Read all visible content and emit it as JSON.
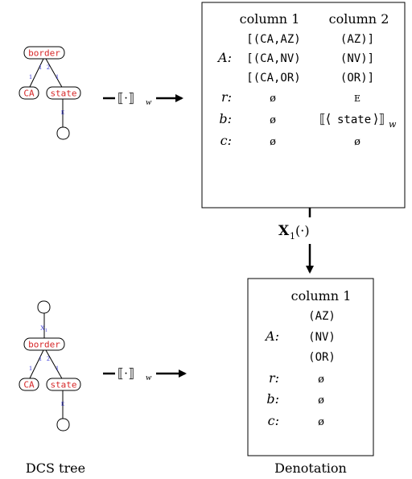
{
  "colors": {
    "node_label": "#d62728",
    "edge_label": "#3a3ad6",
    "ink": "#000000"
  },
  "trees": {
    "top": {
      "root": "border",
      "left_leaf": "CA",
      "right_child": "state",
      "edge_left_outer": "1",
      "edge_left_inner": "1",
      "edge_right_inner": "2",
      "edge_right_outer": "1",
      "edge_down": "E"
    },
    "bottom": {
      "top_edge": "X",
      "top_edge_sub": "1",
      "root": "border",
      "left_leaf": "CA",
      "right_child": "state",
      "edge_left_outer": "1",
      "edge_left_inner": "1",
      "edge_right_inner": "2",
      "edge_right_outer": "1",
      "edge_down": "E"
    }
  },
  "op_label": {
    "open": "⟦·⟧",
    "sub": "w"
  },
  "extract_op": {
    "bold": "X",
    "sub": "1",
    "arg": "(·)"
  },
  "top_table": {
    "col1": "column 1",
    "col2": "column 2",
    "A_label": "A:",
    "A_rows": [
      {
        "c1": "[(CA,AZ)",
        "c2": "(AZ)]"
      },
      {
        "c1": "[(CA,NV)",
        "c2": "(NV)]"
      },
      {
        "c1": "[(CA,OR)",
        "c2": "(OR)]"
      }
    ],
    "r_label": "r:",
    "r_c1": "ø",
    "r_c2": "E",
    "b_label": "b:",
    "b_c1": "ø",
    "b_c2_open": "⟦⟨",
    "b_c2_mono": "state",
    "b_c2_close": "⟩⟧",
    "b_c2_sub": "w",
    "c_label": "c:",
    "c_c1": "ø",
    "c_c2": "ø"
  },
  "bottom_table": {
    "col1": "column 1",
    "A_label": "A:",
    "A_rows": [
      "(AZ)",
      "(NV)",
      "(OR)"
    ],
    "r_label": "r:",
    "r_c1": "ø",
    "b_label": "b:",
    "b_c1": "ø",
    "c_label": "c:",
    "c_c1": "ø"
  },
  "captions": {
    "left": "DCS tree",
    "right": "Denotation"
  }
}
